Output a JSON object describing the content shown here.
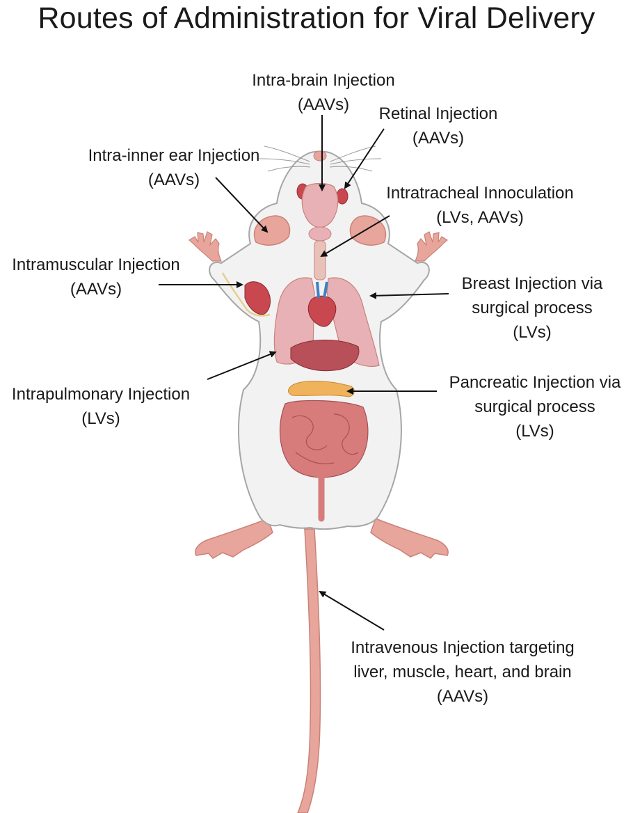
{
  "title": "Routes of Administration for Viral Delivery",
  "colors": {
    "body_fill": "#f2f2f2",
    "body_stroke": "#a6a6a6",
    "skin_pink": "#e8a59c",
    "muscle_red": "#c9474f",
    "lung_pink": "#e7b1b6",
    "intestine": "#d77b7b",
    "pancreas": "#f0b25a",
    "arrow": "#111111"
  },
  "labels": {
    "intra_brain": {
      "line1": "Intra-brain Injection",
      "line2": "(AAVs)"
    },
    "retinal": {
      "line1": "Retinal Injection",
      "line2": "(AAVs)"
    },
    "inner_ear": {
      "line1": "Intra-inner ear Injection",
      "line2": "(AAVs)"
    },
    "intratracheal": {
      "line1": "Intratracheal Innoculation",
      "line2": "(LVs, AAVs)"
    },
    "intramuscular": {
      "line1": "Intramuscular Injection",
      "line2": "(AAVs)"
    },
    "breast": {
      "line1": "Breast Injection via",
      "line2": "surgical process",
      "line3": "(LVs)"
    },
    "intrapulmonary": {
      "line1": "Intrapulmonary Injection",
      "line2": "(LVs)"
    },
    "pancreatic": {
      "line1": "Pancreatic Injection via",
      "line2": "surgical process",
      "line3": "(LVs)"
    },
    "intravenous": {
      "line1": "Intravenous Injection targeting",
      "line2": "liver, muscle, heart, and brain",
      "line3": "(AAVs)"
    }
  },
  "icons": {
    "mouse": "mouse-anatomy-illustration"
  }
}
